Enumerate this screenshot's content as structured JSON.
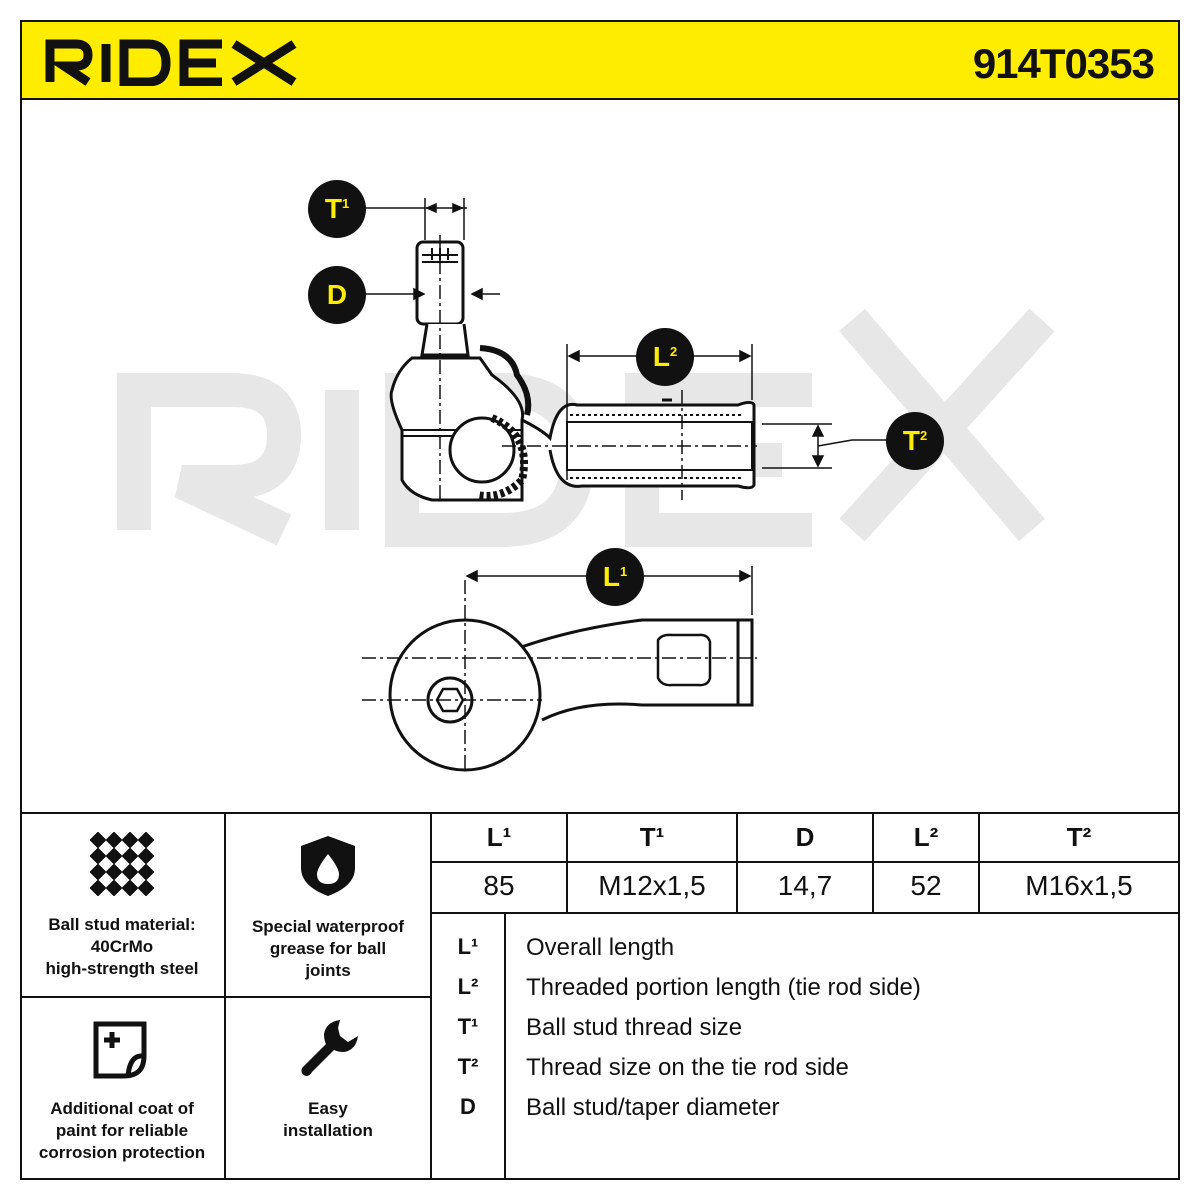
{
  "brand": {
    "name": "RIDEX",
    "color": "#ffed00"
  },
  "part_number": "914T0353",
  "labels": {
    "t1": "T",
    "t1_sub": "1",
    "d": "D",
    "l2": "L",
    "l2_sub": "2",
    "t2": "T",
    "t2_sub": "2",
    "l1": "L",
    "l1_sub": "1"
  },
  "features": [
    {
      "icon": "grid-pattern-icon",
      "text_lines": [
        "Ball stud material:",
        "40CrMo",
        "high-strength steel"
      ]
    },
    {
      "icon": "oil-drop-shield-icon",
      "text_lines": [
        "Special waterproof",
        "grease for ball",
        "joints"
      ]
    },
    {
      "icon": "paint-coat-icon",
      "text_lines": [
        "Additional coat of",
        "paint for reliable",
        "corrosion protection"
      ]
    },
    {
      "icon": "wrench-icon",
      "text_lines": [
        "Easy",
        "installation"
      ]
    }
  ],
  "spec_table": {
    "headers": [
      "L¹",
      "T¹",
      "D",
      "L²",
      "T²"
    ],
    "values": [
      "85",
      "M12x1,5",
      "14,7",
      "52",
      "M16x1,5"
    ]
  },
  "legend": [
    {
      "key": "L¹",
      "text": "Overall length"
    },
    {
      "key": "L²",
      "text": "Threaded portion length (tie rod side)"
    },
    {
      "key": "T¹",
      "text": "Ball stud thread size"
    },
    {
      "key": "T²",
      "text": "Thread size on the tie rod side"
    },
    {
      "key": "D",
      "text": "Ball stud/taper diameter"
    }
  ]
}
